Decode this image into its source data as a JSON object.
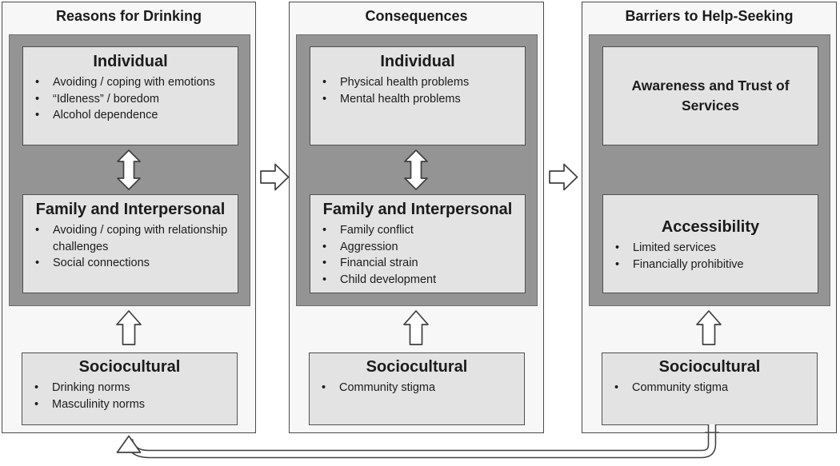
{
  "figure": {
    "columns": [
      {
        "title": "Reasons for Drinking",
        "boxes": [
          {
            "heading": "Individual",
            "bullets": [
              "Avoiding / coping with emotions",
              "“Idleness” / boredom",
              "Alcohol dependence"
            ]
          },
          {
            "heading": "Family and Interpersonal",
            "bullets": [
              "Avoiding / coping with relationship challenges",
              "Social connections"
            ]
          }
        ],
        "sociocultural": {
          "heading": "Sociocultural",
          "bullets": [
            "Drinking norms",
            "Masculinity norms"
          ]
        }
      },
      {
        "title": "Consequences",
        "boxes": [
          {
            "heading": "Individual",
            "bullets": [
              "Physical health problems",
              "Mental health problems"
            ]
          },
          {
            "heading": "Family and Interpersonal",
            "bullets": [
              "Family conflict",
              "Aggression",
              "Financial strain",
              "Child development"
            ]
          }
        ],
        "sociocultural": {
          "heading": "Sociocultural",
          "bullets": [
            "Community stigma"
          ]
        }
      },
      {
        "title": "Barriers to Help-Seeking",
        "boxes": [
          {
            "heading": "Awareness and Trust of Services",
            "bullets": []
          },
          {
            "heading": "Accessibility",
            "bullets": [
              "Limited services",
              "Financially prohibitive"
            ]
          }
        ],
        "sociocultural": {
          "heading": "Sociocultural",
          "bullets": [
            "Community stigma"
          ]
        }
      }
    ],
    "arrows": {
      "between_columns": "right-pointing block arrows between the three column panels",
      "individual_family": "vertical double-headed arrows inside left and middle dark containers",
      "sociocultural_up": "upward arrows from each Sociocultural box into the dark container",
      "feedback_loop": "elbow connector from below Barriers Sociocultural box leftward to an up arrow under Reasons for Drinking"
    },
    "colors": {
      "page-bg": "#ffffff",
      "panel-bg": "#f7f7f7",
      "panel-border": "#4a4a4a",
      "inner-bg": "#949494",
      "inner-border": "#6e6e6e",
      "box-bg": "#e3e3e3",
      "box-border": "#4f4f4f",
      "arrow-fill": "#ffffff",
      "arrow-outline": "#404040",
      "text": "#1b1b1b"
    }
  }
}
